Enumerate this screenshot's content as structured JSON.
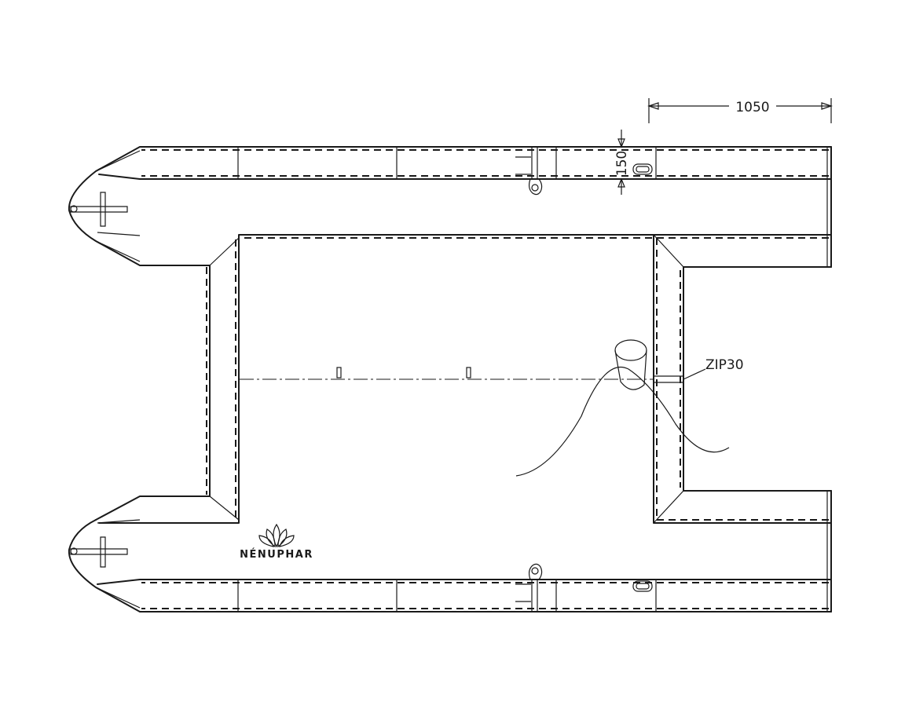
{
  "dimensions": {
    "length_label": "1050",
    "tube_width_label": "150"
  },
  "callouts": {
    "zip_label": "ZIP30"
  },
  "logo": {
    "brand_name": "NÉNUPHAR"
  },
  "icons": [
    "lotus-logo-icon",
    "d-ring-icon",
    "tow-ring-icon",
    "oarlock-icon",
    "fender-buoy-icon"
  ]
}
